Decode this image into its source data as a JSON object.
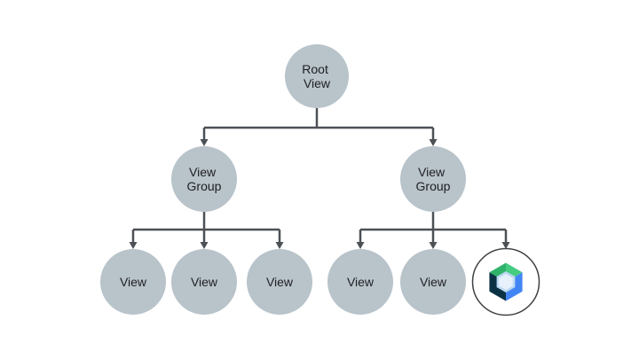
{
  "diagram": {
    "type": "tree",
    "description": "View hierarchy tree: a Root View containing two View Groups; each group contains child Views, with one leaf shown as the Jetpack Compose logo",
    "colors": {
      "background": "#ffffff",
      "node_fill": "#b8c3ca",
      "line": "#4c5156",
      "text": "#202124",
      "compose_ring_fill": "#ffffff",
      "compose_ring_stroke": "#3c4043",
      "compose_green": "#46cc80",
      "compose_green_dark": "#2fb36b",
      "compose_blue": "#4285f4",
      "compose_navy": "#0a3244",
      "compose_hex_ring": "#bcd9f3",
      "compose_hex_fill": "#e6f1fb"
    },
    "nodes": {
      "root": {
        "id": "root-view",
        "lines": [
          "Root",
          "View"
        ]
      },
      "group_left": {
        "id": "view-group-left",
        "lines": [
          "View",
          "Group"
        ]
      },
      "group_right": {
        "id": "view-group-right",
        "lines": [
          "View",
          "Group"
        ]
      },
      "leaf1": {
        "id": "view-1",
        "label": "View"
      },
      "leaf2": {
        "id": "view-2",
        "label": "View"
      },
      "leaf3": {
        "id": "view-3",
        "label": "View"
      },
      "leaf4": {
        "id": "view-4",
        "label": "View"
      },
      "leaf5": {
        "id": "view-5",
        "label": "View"
      },
      "leaf6": {
        "id": "compose-leaf",
        "icon": "jetpack-compose-logo"
      }
    },
    "edges": [
      {
        "from": "root-view",
        "to": "view-group-left"
      },
      {
        "from": "root-view",
        "to": "view-group-right"
      },
      {
        "from": "view-group-left",
        "to": "view-1"
      },
      {
        "from": "view-group-left",
        "to": "view-2"
      },
      {
        "from": "view-group-left",
        "to": "view-3"
      },
      {
        "from": "view-group-right",
        "to": "view-4"
      },
      {
        "from": "view-group-right",
        "to": "view-5"
      },
      {
        "from": "view-group-right",
        "to": "compose-leaf"
      }
    ]
  }
}
